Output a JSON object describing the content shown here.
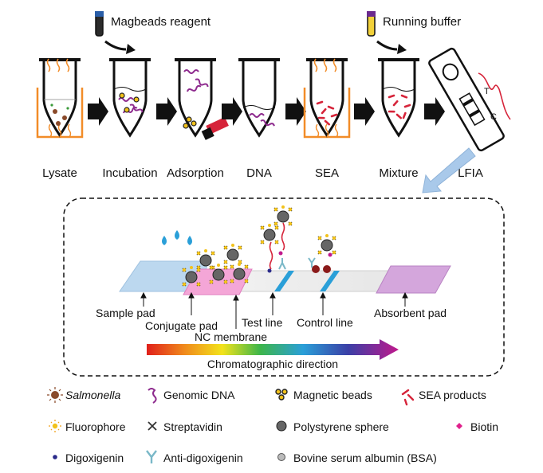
{
  "reagents": {
    "magbeads": "Magbeads reagent",
    "running_buffer": "Running buffer"
  },
  "steps": [
    "Lysate",
    "Incubation",
    "Adsorption",
    "DNA",
    "SEA",
    "Mixture",
    "LFIA"
  ],
  "strip_labels": {
    "T": "T",
    "C": "C"
  },
  "lfia_panel": {
    "sample_pad": "Sample pad",
    "conjugate_pad": "Conjugate pad",
    "nc_membrane": "NC membrane",
    "test_line": "Test line",
    "control_line": "Control line",
    "absorbent_pad": "Absorbent pad",
    "direction": "Chromatographic direction"
  },
  "legend": {
    "salmonella": "Salmonella",
    "genomic_dna": "Genomic DNA",
    "magnetic_beads": "Magnetic beads",
    "sea_products": "SEA products",
    "fluorophore": "Fluorophore",
    "streptavidin": "Streptavidin",
    "polystyrene": "Polystyrene sphere",
    "biotin": "Biotin",
    "digoxigenin": "Digoxigenin",
    "anti_digoxigenin": "Anti-digoxigenin",
    "bsa": "Bovine serum albumin (BSA)"
  },
  "colors": {
    "tube_outline": "#111111",
    "heater": "#f28c28",
    "dna": "#8e2b8e",
    "sea": "#d6243a",
    "sample_pad": "#bcd8ef",
    "conjugate_pad": "#f4a6d7",
    "absorbent_pad": "#d4a6dc",
    "line_blue": "#2a9fd8",
    "big_arrow": "#a9c9ea"
  }
}
